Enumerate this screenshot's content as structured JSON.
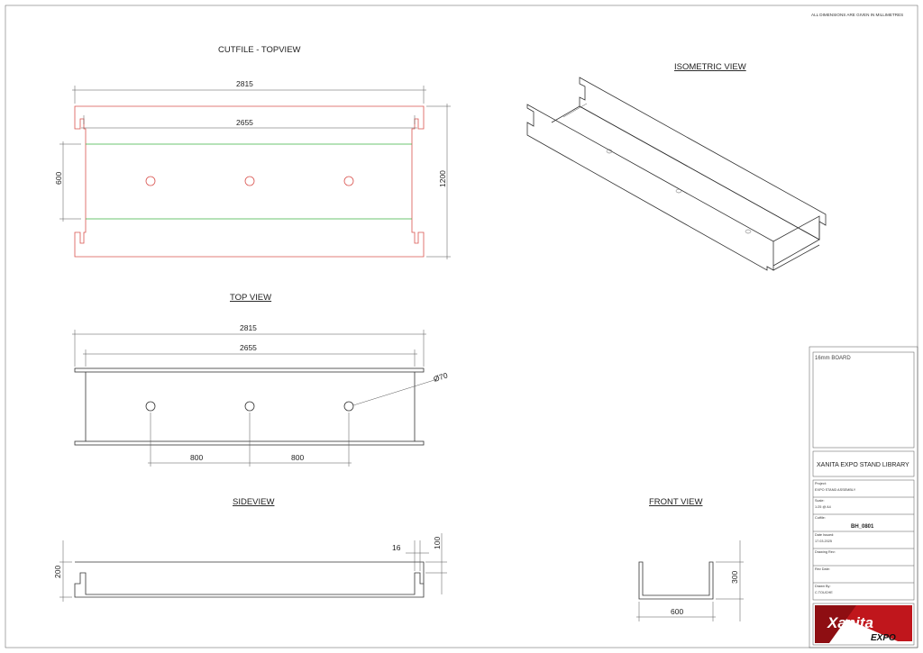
{
  "header_note": "ALL DIMENSIONS ARE GIVEN IN MILLIMETRES",
  "views": {
    "cutfile": {
      "title": "CUTFILE - TOPVIEW",
      "dim_overall": "2815",
      "dim_inner": "2655",
      "dim_left": "600",
      "dim_right": "1200"
    },
    "isometric": {
      "title": "ISOMETRIC VIEW"
    },
    "top": {
      "title": "TOP VIEW",
      "dim_overall": "2815",
      "dim_inner": "2655",
      "dim_hole": "Ø70",
      "dim_spacing_1": "800",
      "dim_spacing_2": "800"
    },
    "side": {
      "title": "SIDEVIEW",
      "dim_height": "200",
      "dim_slot_w": "16",
      "dim_slot_h": "100"
    },
    "front": {
      "title": "FRONT VIEW",
      "dim_width": "600",
      "dim_height": "300"
    }
  },
  "title_block": {
    "material": "16mm BOARD",
    "library": "XANITA EXPO STAND LIBRARY",
    "fields": [
      {
        "label": "Project:",
        "value": "EXPO STAND ASSEMBLY"
      },
      {
        "label": "Scale:",
        "value": "1:25 @ A4"
      },
      {
        "label": "Cutfile:",
        "value": "BH_0801"
      },
      {
        "label": "Date Issued:",
        "value": "17.03.2025"
      },
      {
        "label": "Drawing Rev:",
        "value": ""
      },
      {
        "label": "Rev Date:",
        "value": ""
      },
      {
        "label": "Drawn By:",
        "value": "C.TOUCHE"
      }
    ],
    "logo_main": "Xanita",
    "logo_sub": "EXPO"
  },
  "colors": {
    "cut_line": "#d9534f",
    "fold_line": "#3cb043",
    "logo_bg": "#c0161c"
  }
}
